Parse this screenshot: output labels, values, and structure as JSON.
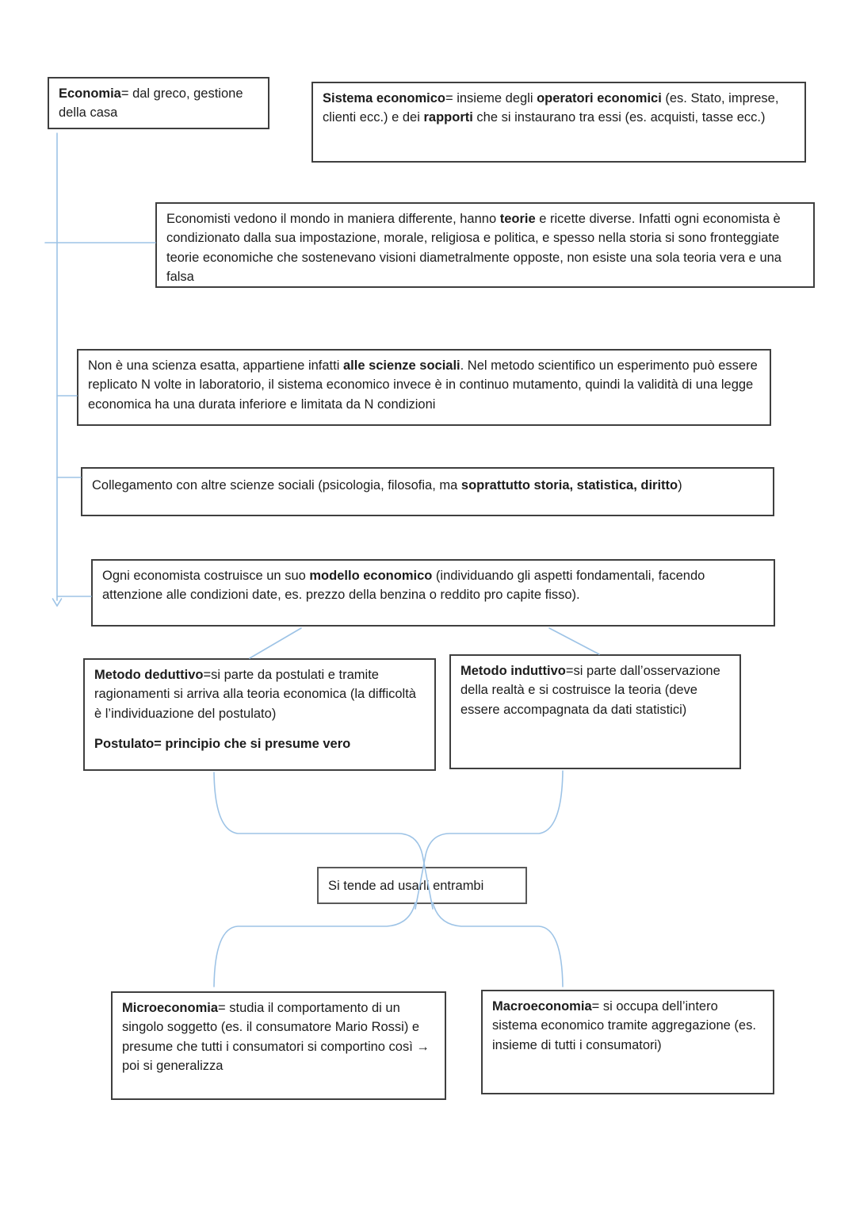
{
  "colors": {
    "connector": "#9dc3e6",
    "box_border": "#3f3f3f",
    "text": "#1c1c1c"
  },
  "boxes": {
    "economia": {
      "segments": [
        {
          "t": "Economia",
          "b": true
        },
        {
          "t": "= dal greco, gestione della casa",
          "b": false
        }
      ]
    },
    "sistema_economico": {
      "segments": [
        {
          "t": "Sistema economico",
          "b": true
        },
        {
          "t": "= insieme degli ",
          "b": false
        },
        {
          "t": "operatori economici",
          "b": true
        },
        {
          "t": " (es. Stato, imprese, clienti ecc.) e dei ",
          "b": false
        },
        {
          "t": "rapporti",
          "b": true
        },
        {
          "t": " che si instaurano tra essi (es. acquisti, tasse ecc.)",
          "b": false
        }
      ]
    },
    "economisti": {
      "segments": [
        {
          "t": "Economisti vedono il mondo in maniera differente, hanno ",
          "b": false
        },
        {
          "t": "teorie",
          "b": true
        },
        {
          "t": " e ricette diverse. Infatti ogni economista è condizionato dalla sua impostazione, morale, religiosa e politica, e spesso nella storia si sono fronteggiate teorie economiche che sostenevano visioni diametralmente opposte, non esiste una sola teoria vera e una falsa",
          "b": false
        }
      ]
    },
    "scienze_sociali": {
      "segments": [
        {
          "t": "Non è una scienza esatta, appartiene infatti ",
          "b": false
        },
        {
          "t": "alle scienze sociali",
          "b": true
        },
        {
          "t": ". Nel metodo scientifico un esperimento può essere replicato N volte in laboratorio, il sistema economico invece è in continuo mutamento, quindi la validità di una legge economica ha una durata inferiore e limitata da N condizioni",
          "b": false
        }
      ]
    },
    "collegamento": {
      "segments": [
        {
          "t": "Collegamento con altre scienze sociali (psicologia, filosofia, ma ",
          "b": false
        },
        {
          "t": "soprattutto storia, statistica, diritto",
          "b": true
        },
        {
          "t": ")",
          "b": false
        }
      ]
    },
    "modello_economico": {
      "segments": [
        {
          "t": "Ogni economista costruisce un suo ",
          "b": false
        },
        {
          "t": "modello economico",
          "b": true
        },
        {
          "t": " (individuando gli aspetti fondamentali, facendo attenzione alle condizioni date, es. prezzo della benzina o reddito pro capite fisso).",
          "b": false
        }
      ]
    },
    "metodo_deduttivo": {
      "segments": [
        {
          "t": "Metodo deduttivo",
          "b": true
        },
        {
          "t": "=si parte da postulati e tramite ragionamenti si arriva alla teoria economica (la difficoltà è l’individuazione del postulato)",
          "b": false
        }
      ],
      "postulato_segments": [
        {
          "t": "Postulato= principio che si presume vero",
          "b": true
        }
      ]
    },
    "metodo_induttivo": {
      "segments": [
        {
          "t": "Metodo induttivo",
          "b": true
        },
        {
          "t": "=si parte dall’osservazione della realtà e si costruisce la teoria (deve essere accompagnata da dati statistici)",
          "b": false
        }
      ]
    },
    "entrambi": {
      "text": "Si tende ad usarli entrambi"
    },
    "microeconomia": {
      "segments": [
        {
          "t": "Microeconomia",
          "b": true
        },
        {
          "t": "= studia il comportamento di un singolo soggetto (es. il consumatore Mario Rossi) e presume che tutti i consumatori si comportino così → poi si generalizza",
          "b": false
        }
      ]
    },
    "macroeconomia": {
      "segments": [
        {
          "t": "Macroeconomia",
          "b": true
        },
        {
          "t": "= si occupa dell’intero sistema economico tramite aggregazione (es. insieme di tutti i consumatori)",
          "b": false
        }
      ]
    }
  }
}
